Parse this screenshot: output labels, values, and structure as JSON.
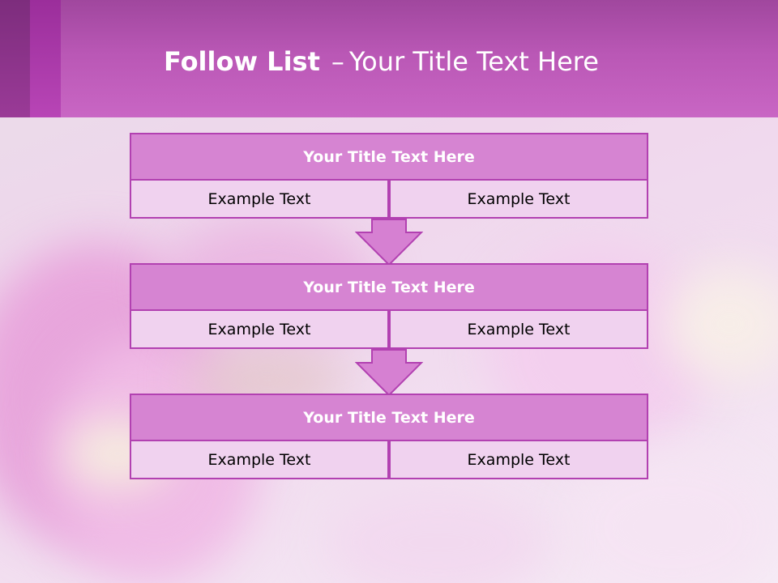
{
  "header": {
    "title_bold": "Follow List",
    "title_dash": "–",
    "title_rest": "Your Title Text Here"
  },
  "list": [
    {
      "title": "Your Title Text Here",
      "left": "Example Text",
      "right": "Example Text"
    },
    {
      "title": "Your Title Text Here",
      "left": "Example Text",
      "right": "Example Text"
    },
    {
      "title": "Your Title Text Here",
      "left": "Example Text",
      "right": "Example Text"
    }
  ],
  "colors": {
    "header": "#c966c4",
    "box_border": "#b241b1",
    "box_title_fill": "#d684d2",
    "box_cell_fill": "#f0d2ef",
    "arrow_fill": "#d680d2"
  }
}
